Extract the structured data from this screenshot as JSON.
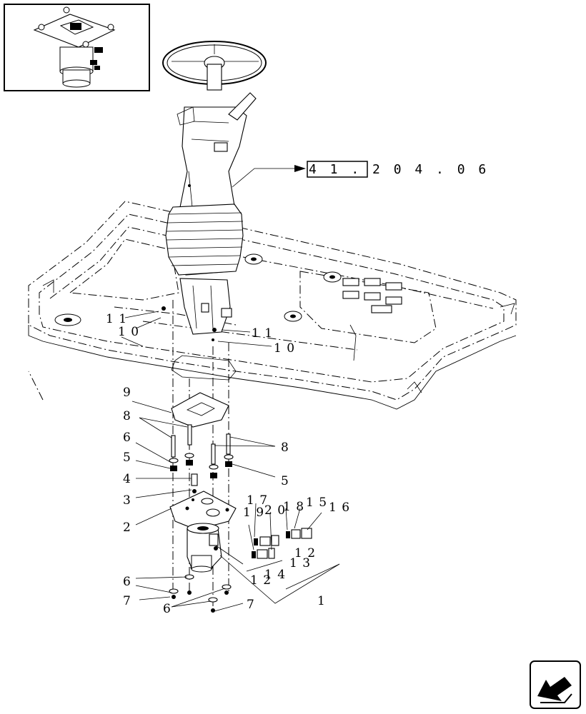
{
  "reference": {
    "code": "4 1 . 2 0 4 . 0 6"
  },
  "callouts": {
    "c1": "1",
    "c2": "2",
    "c3": "3",
    "c4": "4",
    "c5a": "5",
    "c5b": "5",
    "c6a": "6",
    "c6b": "6",
    "c6c": "6",
    "c7a": "7",
    "c7b": "7",
    "c8a": "8",
    "c8b": "8",
    "c9": "9",
    "c10a": "1 0",
    "c10b": "1 0",
    "c11a": "1 1",
    "c11b": "1 1",
    "c12a": "1 2",
    "c12b": "1 2",
    "c13": "1 3",
    "c14": "1 4",
    "c15": "1 5",
    "c16": "1 6",
    "c17": "1 7",
    "c18": "1 8",
    "c19": "1 9",
    "c20": "2 0"
  },
  "icons": {
    "thumbnail": "steering-unit-thumbnail-icon",
    "nav": "next-page-arrow-icon"
  }
}
